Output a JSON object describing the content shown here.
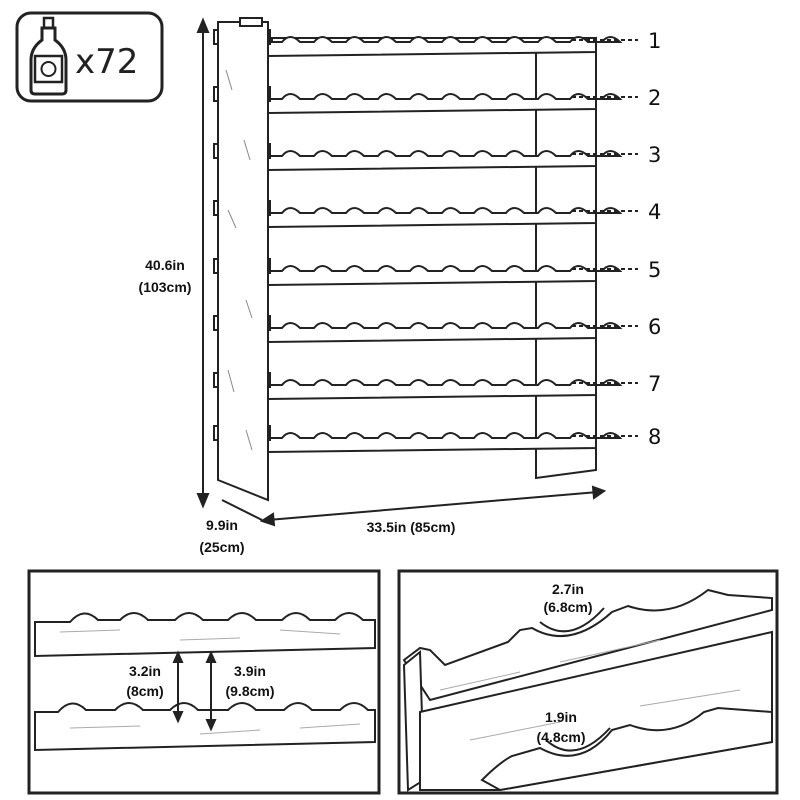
{
  "badge": {
    "count": "x72",
    "icon": "wine-bottle-icon"
  },
  "shelves": [
    "1",
    "2",
    "3",
    "4",
    "5",
    "6",
    "7",
    "8"
  ],
  "dimensions": {
    "height_in": "40.6in",
    "height_cm": "(103cm)",
    "depth_in": "9.9in",
    "depth_cm": "(25cm)",
    "width": "33.5in  (85cm)"
  },
  "detail_left": {
    "gap_inner_in": "3.2in",
    "gap_inner_cm": "(8cm)",
    "gap_outer_in": "3.9in",
    "gap_outer_cm": "(9.8cm)"
  },
  "detail_right": {
    "top_slot_in": "2.7in",
    "top_slot_cm": "(6.8cm)",
    "bottom_slot_in": "1.9in",
    "bottom_slot_cm": "(4.8cm)"
  }
}
